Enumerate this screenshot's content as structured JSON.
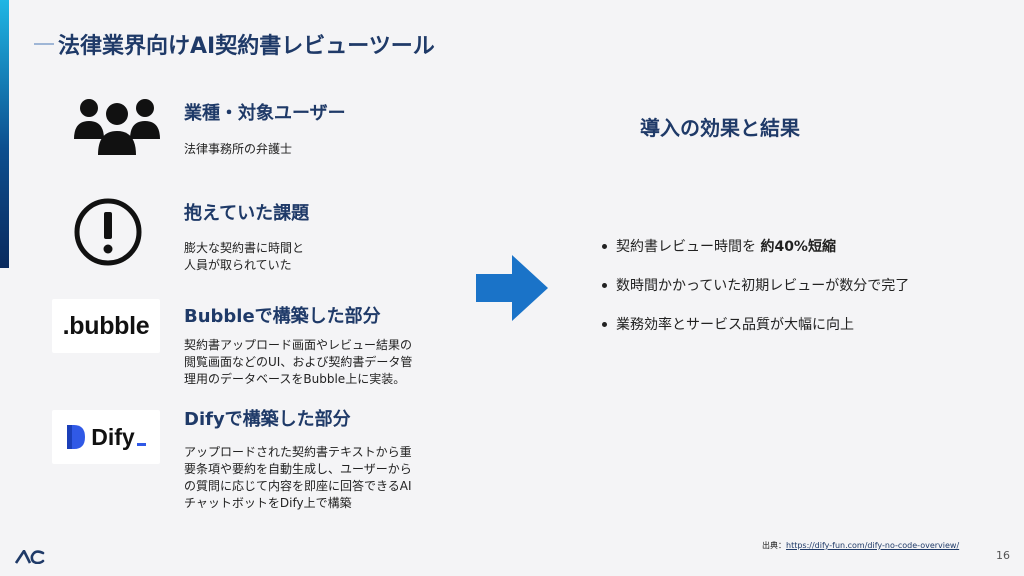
{
  "title": "法律業界向けAI契約書レビューツール",
  "sections": [
    {
      "title": "業種・対象ユーザー",
      "body": "法律事務所の弁護士",
      "icon": "users-icon"
    },
    {
      "title": "抱えていた課題",
      "body": "膨大な契約書に時間と\n人員が取られていた",
      "icon": "exclamation-icon"
    },
    {
      "title": "Bubbleで構築した部分",
      "body": "契約書アップロード画面やレビュー結果の\n閲覧画面などのUI、および契約書データ管\n理用のデータベースをBubble上に実装。",
      "logo": ".bubble"
    },
    {
      "title": "Difyで構築した部分",
      "body": "アップロードされた契約書テキストから重\n要条項や要約を自動生成し、ユーザーから\nの質問に応じて内容を即座に回答できるAI\nチャットボットをDify上で構築",
      "logo": "Dify"
    }
  ],
  "effects": {
    "title": "導入の効果と結果",
    "items": [
      {
        "text": "契約書レビュー時間を ",
        "bold": "約40%短縮"
      },
      {
        "text": "数時間かかっていた初期レビューが数分で完了"
      },
      {
        "text": "業務効率とサービス品質が大幅に向上"
      }
    ]
  },
  "source": {
    "label": "出典：",
    "url": "https://dify-fun.com/dify-no-code-overview/"
  },
  "page_number": "16",
  "colors": {
    "accent": "#1f3a68",
    "arrow": "#1a73c8",
    "dify_blue": "#3059e6"
  }
}
